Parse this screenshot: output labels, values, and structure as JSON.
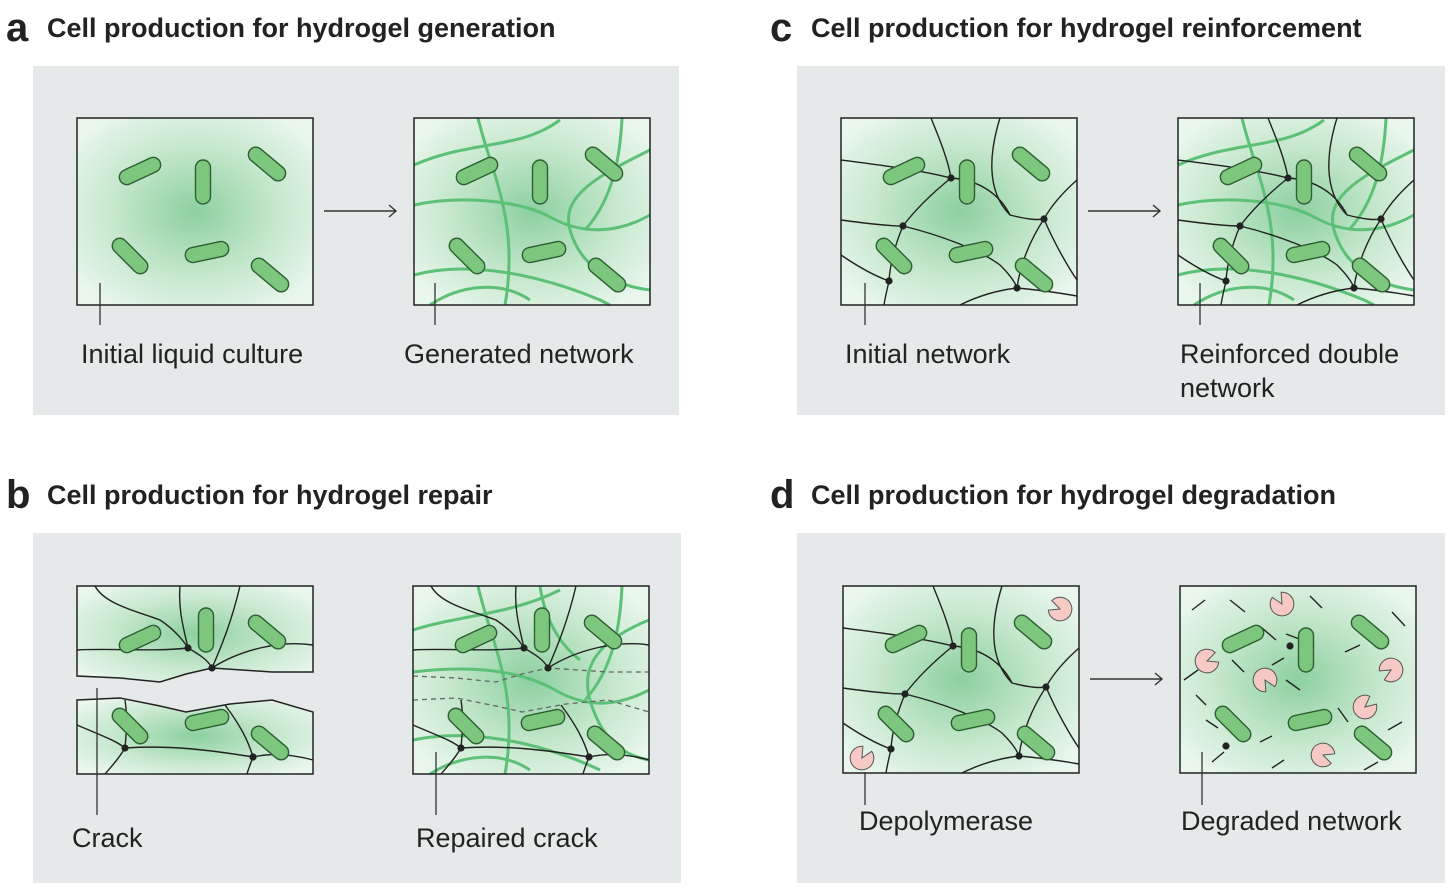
{
  "panels": [
    {
      "letter": "a",
      "title": "Cell production for hydrogel generation",
      "left_label": "Initial liquid culture",
      "right_label": "Generated network"
    },
    {
      "letter": "b",
      "title": "Cell production for hydrogel repair",
      "left_label": "Crack",
      "right_label": "Repaired crack"
    },
    {
      "letter": "c",
      "title": "Cell production for hydrogel reinforcement",
      "left_label": "Initial network",
      "right_label": "Reinforced double network"
    },
    {
      "letter": "d",
      "title": "Cell production for hydrogel degradation",
      "left_label": "Depolymerase",
      "right_label": "Degraded network"
    }
  ],
  "colors": {
    "panel_background": "#e6e9ea",
    "gel_green": "#8dd0a0",
    "cell_fill": "#7dc67e",
    "secondary_fiber": "#5cc077",
    "enzyme": "#f7c9c4"
  }
}
